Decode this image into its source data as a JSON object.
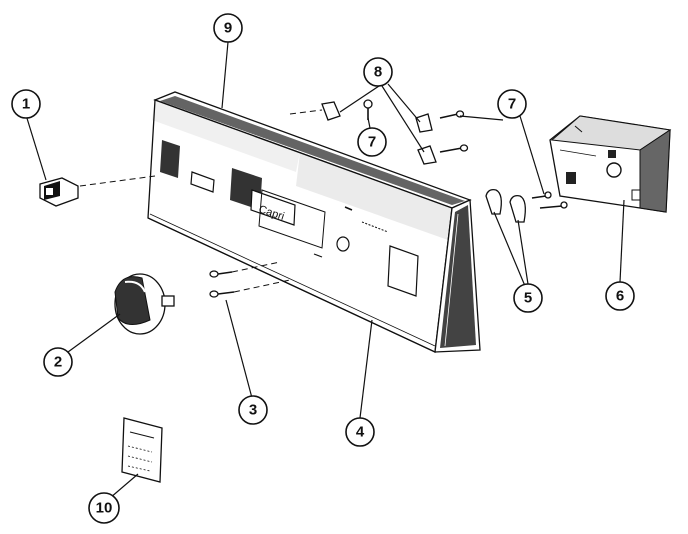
{
  "callouts": [
    "1",
    "2",
    "3",
    "4",
    "5",
    "6",
    "7",
    "7",
    "8",
    "9",
    "10"
  ],
  "panel": {
    "brand": "Capri"
  }
}
